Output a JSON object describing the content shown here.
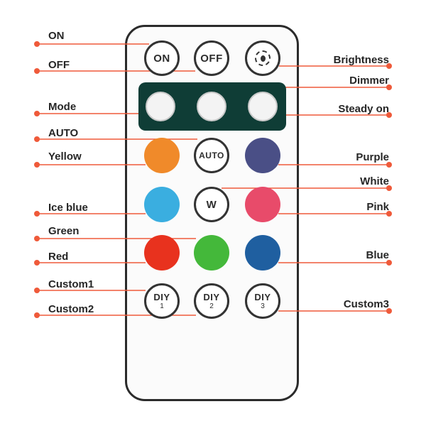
{
  "buttons": {
    "on": {
      "label": "ON"
    },
    "off": {
      "label": "OFF"
    },
    "mode1": {
      "label": "",
      "sub": ""
    },
    "mode2": {
      "label": "",
      "sub": ""
    },
    "mode3": {
      "label": "",
      "sub": ""
    },
    "auto": {
      "label": "AUTO"
    },
    "white": {
      "label": "W"
    },
    "diy1": {
      "label": "DIY",
      "sub": "1"
    },
    "diy2": {
      "label": "DIY",
      "sub": "2"
    },
    "diy3": {
      "label": "DIY",
      "sub": "3"
    }
  },
  "labels": {
    "on": "ON",
    "off": "OFF",
    "mode": "Mode",
    "auto": "AUTO",
    "yellow": "Yellow",
    "ice_blue": "Ice blue",
    "green": "Green",
    "red": "Red",
    "custom1": "Custom1",
    "custom2": "Custom2",
    "brightness": "Brightness",
    "dimmer": "Dimmer",
    "steady_on": "Steady on",
    "purple": "Purple",
    "white": "White",
    "pink": "Pink",
    "blue": "Blue",
    "custom3": "Custom3"
  },
  "icons": {
    "brightness": "brightness-sun-icon"
  },
  "colors": {
    "yellow": "#f08a2a",
    "purple": "#4a4f86",
    "ice_blue": "#3aaee0",
    "pink": "#e84b6a",
    "red": "#e8321e",
    "green": "#44b83a",
    "blue": "#1f5fa0",
    "leader": "#ef5a3a",
    "mode_panel": "#0f3d36"
  }
}
